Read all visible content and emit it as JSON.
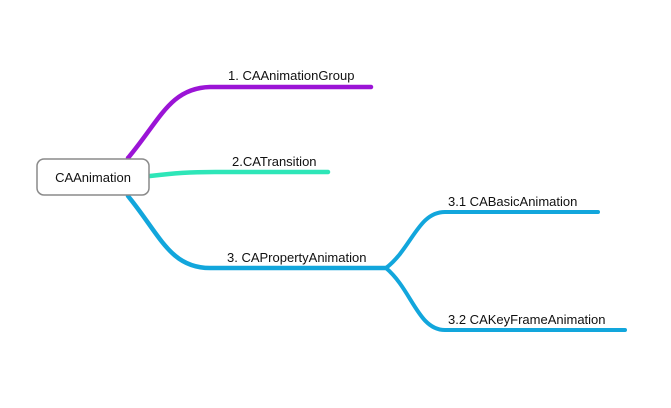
{
  "mindmap": {
    "root": {
      "label": "CAAnimation"
    },
    "branches": [
      {
        "id": "group",
        "label": "1. CAAnimationGroup",
        "color": "#9b14d6"
      },
      {
        "id": "transition",
        "label": "2.CATransition",
        "color": "#2ee6b8"
      },
      {
        "id": "property",
        "label": "3. CAPropertyAnimation",
        "color": "#12a6dc",
        "children": [
          {
            "id": "basic",
            "label": "3.1 CABasicAnimation",
            "color": "#12a6dc"
          },
          {
            "id": "keyframe",
            "label": "3.2 CAKeyFrameAnimation",
            "color": "#12a6dc"
          }
        ]
      }
    ]
  }
}
